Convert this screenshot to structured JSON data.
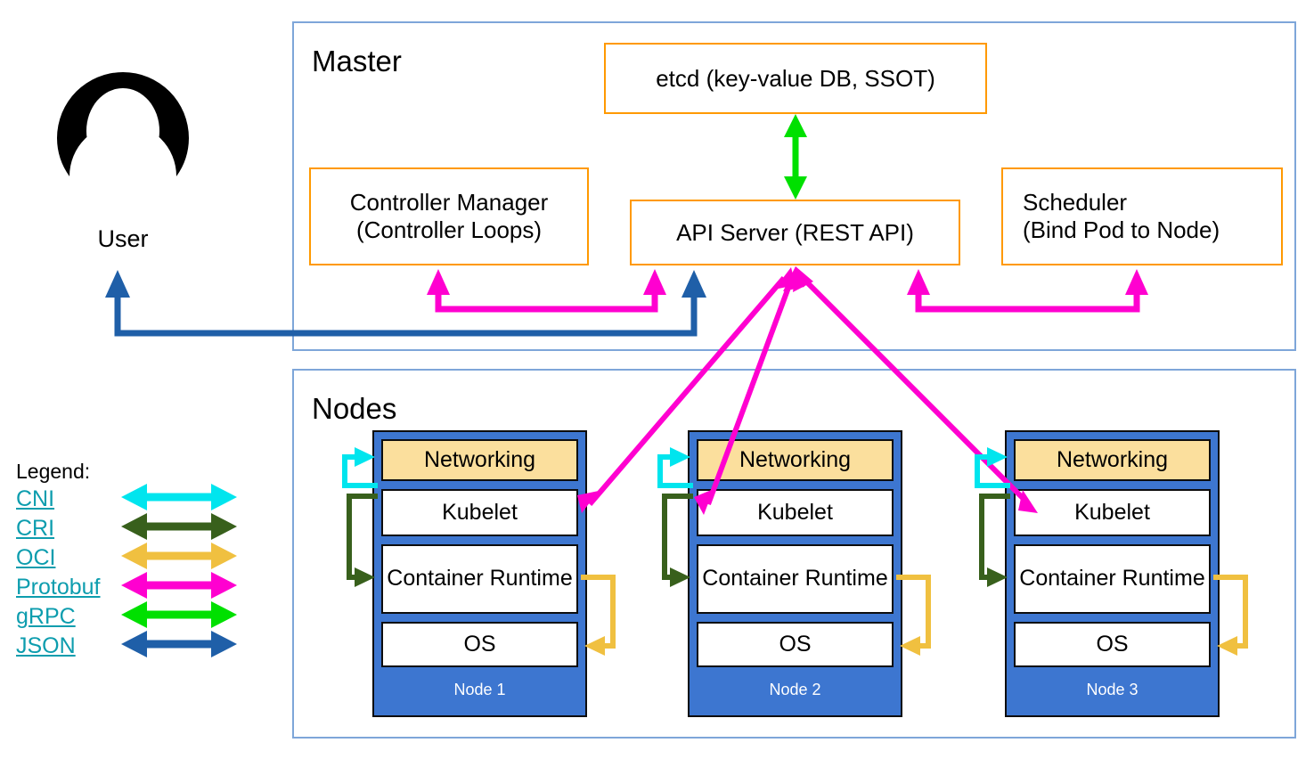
{
  "user": {
    "label": "User",
    "icon": "user-avatar-icon"
  },
  "master": {
    "title": "Master",
    "boxes": [
      {
        "id": "etcd",
        "text": "etcd (key-value DB, SSOT)"
      },
      {
        "id": "controller-manager",
        "line1": "Controller Manager",
        "line2": "(Controller Loops)"
      },
      {
        "id": "api-server",
        "text": "API Server (REST API)"
      },
      {
        "id": "scheduler",
        "line1": "Scheduler",
        "line2": "(Bind Pod to Node)"
      }
    ]
  },
  "nodes": {
    "title": "Nodes",
    "rows": [
      "Networking",
      "Kubelet",
      "Container Runtime",
      "OS"
    ],
    "items": [
      {
        "label": "Node 1"
      },
      {
        "label": "Node 2"
      },
      {
        "label": "Node 3"
      }
    ]
  },
  "legend": {
    "title": "Legend:",
    "entries": [
      {
        "label": "CNI",
        "color": "#00E5EE"
      },
      {
        "label": "CRI",
        "color": "#38601C"
      },
      {
        "label": "OCI",
        "color": "#F0C040"
      },
      {
        "label": "Protobuf",
        "color": "#FF00D0"
      },
      {
        "label": "gRPC",
        "color": "#00E000"
      },
      {
        "label": "JSON",
        "color": "#1F5FA8"
      }
    ]
  },
  "colors": {
    "cni": "#00E5EE",
    "cri": "#38601C",
    "oci": "#F0C040",
    "protobuf": "#FF00D0",
    "grpc": "#00E000",
    "json": "#1F5FA8",
    "frame": "#7EA6D9",
    "box_border": "#FF9900",
    "node_fill": "#3D76D0",
    "networking_fill": "#FBDF9D",
    "legend_link": "#0D9DAE"
  }
}
